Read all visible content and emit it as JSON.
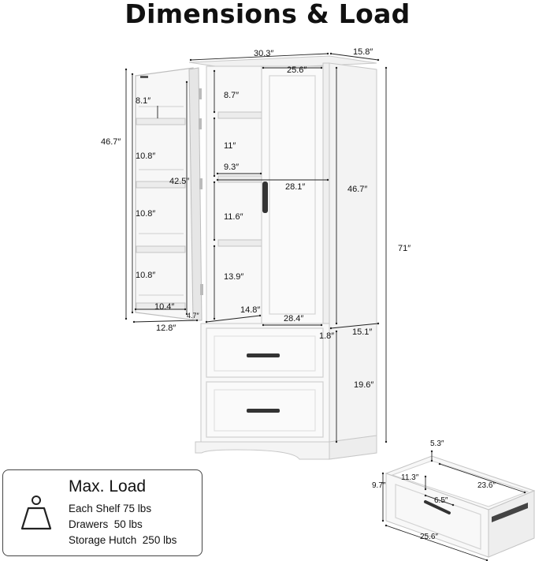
{
  "header": {
    "title": "Dimensions & Load"
  },
  "cabinet_dims": {
    "total_width": "30.3″",
    "depth_top": "15.8″",
    "inner_width": "25.6″",
    "door_height": "46.7″",
    "side_height": "46.7″",
    "total_height": "71″",
    "door_shelf_1": "8.1″",
    "door_shelf_2": "10.8″",
    "door_shelf_3": "10.8″",
    "door_shelf_4": "10.8″",
    "door_rack_width": "10.4″",
    "door_width": "12.8″",
    "door_gap": "4.7″",
    "door_diagonal": "42.5″",
    "inner_shelf_1": "8.7″",
    "inner_shelf_2": "11″",
    "inner_shelf_3": "11.6″",
    "inner_shelf_4": "13.9″",
    "shelf_depth": "9.3″",
    "inner_depth": "28.1″",
    "bottom_width": "14.8″",
    "bottom_inner": "28.4″",
    "side_gap": "1.8″",
    "lower_depth": "15.1″",
    "lower_height": "19.6″"
  },
  "drawer_dims": {
    "height_top": "5.3″",
    "outer_height": "9.7″",
    "inner_height": "11.3″",
    "depth": "23.6″",
    "handle": "6.5″",
    "width": "25.6″"
  },
  "max_load": {
    "title": "Max. Load",
    "lines": [
      "Each Shelf 75 lbs",
      "Drawers  50 lbs",
      "Storage Hutch  250 lbs"
    ]
  },
  "colors": {
    "line": "#222222",
    "panel": "#f4f4f4",
    "edge": "#c9c9c9"
  }
}
